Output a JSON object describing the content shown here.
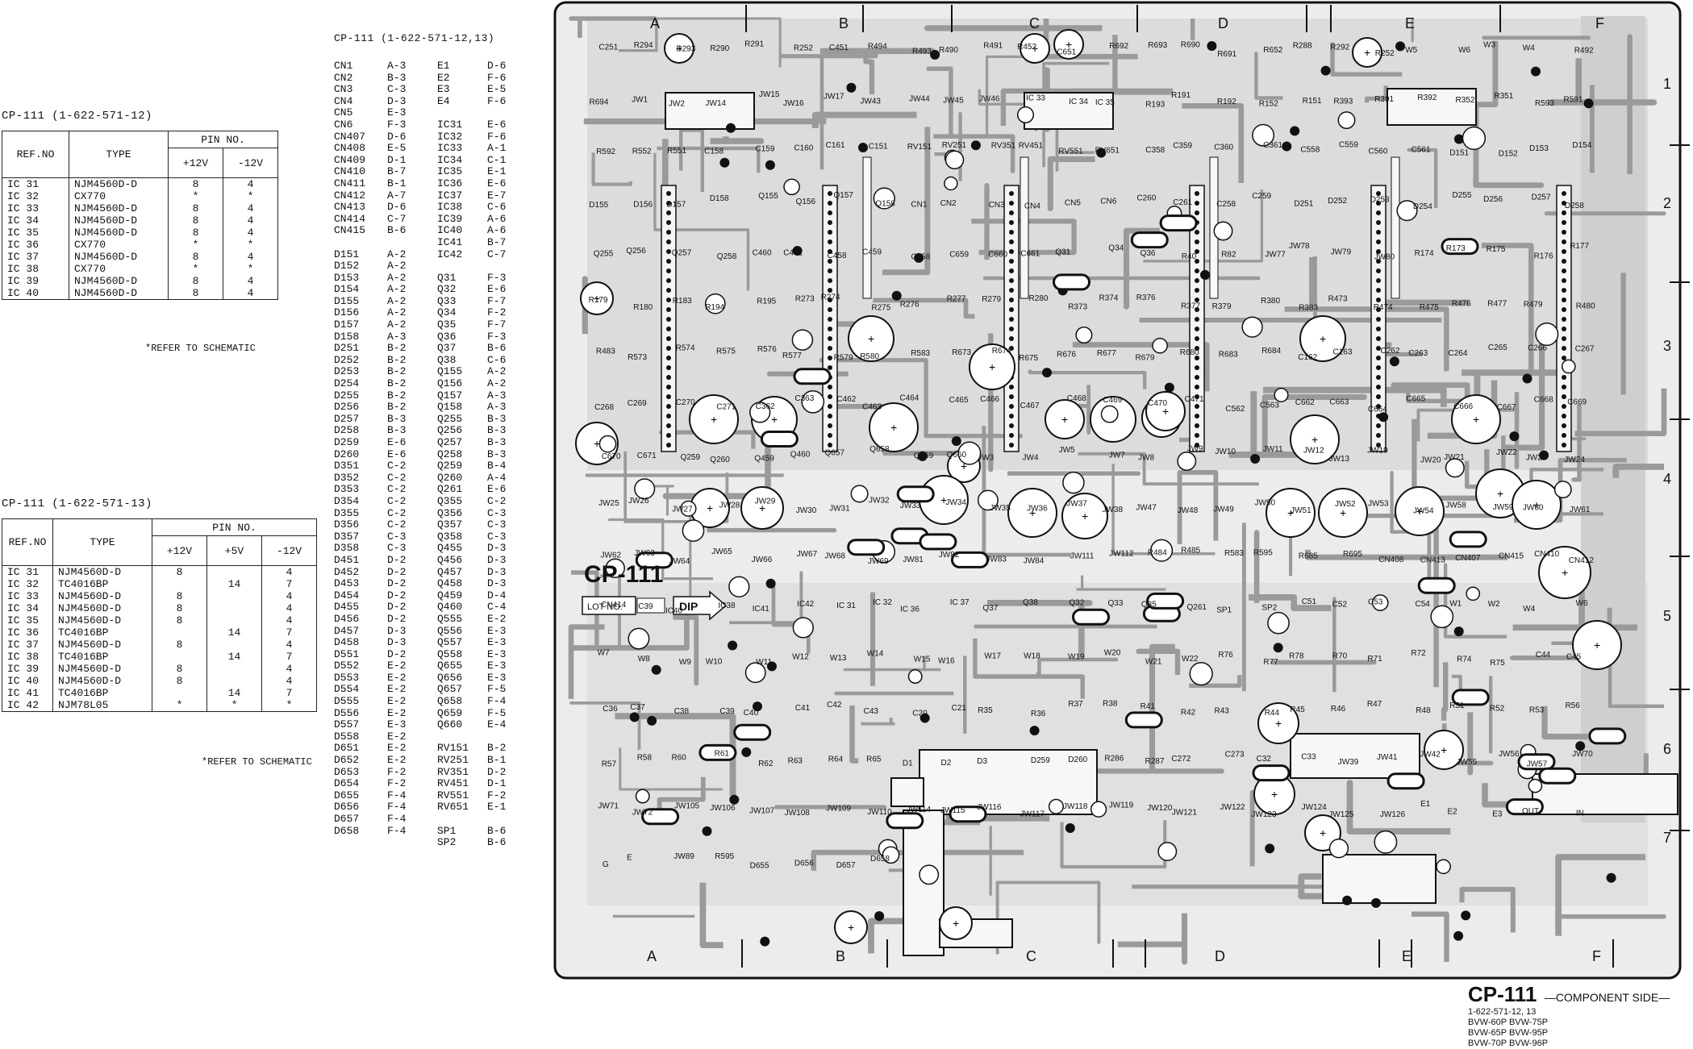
{
  "title_a": "CP-111 (1-622-571-12)",
  "table_a": {
    "col_ref": "REF.NO",
    "col_type": "TYPE",
    "col_pin": "PIN NO.",
    "pins": [
      "+12V",
      "-12V"
    ],
    "rows": [
      [
        "IC 31",
        "NJM4560D-D",
        "8",
        "4"
      ],
      [
        "IC 32",
        "CX770",
        "*",
        "*"
      ],
      [
        "IC 33",
        "NJM4560D-D",
        "8",
        "4"
      ],
      [
        "IC 34",
        "NJM4560D-D",
        "8",
        "4"
      ],
      [
        "IC 35",
        "NJM4560D-D",
        "8",
        "4"
      ],
      [
        "IC 36",
        "CX770",
        "*",
        "*"
      ],
      [
        "IC 37",
        "NJM4560D-D",
        "8",
        "4"
      ],
      [
        "IC 38",
        "CX770",
        "*",
        "*"
      ],
      [
        "IC 39",
        "NJM4560D-D",
        "8",
        "4"
      ],
      [
        "IC 40",
        "NJM4560D-D",
        "8",
        "4"
      ]
    ],
    "note": "*REFER TO SCHEMATIC"
  },
  "title_b": "CP-111 (1-622-571-13)",
  "table_b": {
    "col_ref": "REF.NO",
    "col_type": "TYPE",
    "col_pin": "PIN NO.",
    "pins": [
      "+12V",
      "+5V",
      "-12V"
    ],
    "rows": [
      [
        "IC 31",
        "NJM4560D-D",
        "8",
        "",
        "4"
      ],
      [
        "IC 32",
        "TC4016BP",
        "",
        "14",
        "7"
      ],
      [
        "IC 33",
        "NJM4560D-D",
        "8",
        "",
        "4"
      ],
      [
        "IC 34",
        "NJM4560D-D",
        "8",
        "",
        "4"
      ],
      [
        "IC 35",
        "NJM4560D-D",
        "8",
        "",
        "4"
      ],
      [
        "IC 36",
        "TC4016BP",
        "",
        "14",
        "7"
      ],
      [
        "IC 37",
        "NJM4560D-D",
        "8",
        "",
        "4"
      ],
      [
        "IC 38",
        "TC4016BP",
        "",
        "14",
        "7"
      ],
      [
        "IC 39",
        "NJM4560D-D",
        "8",
        "",
        "4"
      ],
      [
        "IC 40",
        "NJM4560D-D",
        "8",
        "",
        "4"
      ],
      [
        "IC 41",
        "TC4016BP",
        "",
        "14",
        "7"
      ],
      [
        "IC 42",
        "NJM78L05",
        "*",
        "*",
        "*"
      ]
    ],
    "note": "*REFER TO SCHEMATIC"
  },
  "ref_title": "CP-111 (1-622-571-12,13)",
  "ref_left": [
    [
      "CN1",
      "A-3"
    ],
    [
      "CN2",
      "B-3"
    ],
    [
      "CN3",
      "C-3"
    ],
    [
      "CN4",
      "D-3"
    ],
    [
      "CN5",
      "E-3"
    ],
    [
      "CN6",
      "F-3"
    ],
    [
      "CN407",
      "D-6"
    ],
    [
      "CN408",
      "E-5"
    ],
    [
      "CN409",
      "D-1"
    ],
    [
      "CN410",
      "B-7"
    ],
    [
      "CN411",
      "B-1"
    ],
    [
      "CN412",
      "A-7"
    ],
    [
      "CN413",
      "D-6"
    ],
    [
      "CN414",
      "C-7"
    ],
    [
      "CN415",
      "B-6"
    ],
    [
      "",
      ""
    ],
    [
      "D151",
      "A-2"
    ],
    [
      "D152",
      "A-2"
    ],
    [
      "D153",
      "A-2"
    ],
    [
      "D154",
      "A-2"
    ],
    [
      "D155",
      "A-2"
    ],
    [
      "D156",
      "A-2"
    ],
    [
      "D157",
      "A-2"
    ],
    [
      "D158",
      "A-3"
    ],
    [
      "D251",
      "B-2"
    ],
    [
      "D252",
      "B-2"
    ],
    [
      "D253",
      "B-2"
    ],
    [
      "D254",
      "B-2"
    ],
    [
      "D255",
      "B-2"
    ],
    [
      "D256",
      "B-2"
    ],
    [
      "D257",
      "B-3"
    ],
    [
      "D258",
      "B-3"
    ],
    [
      "D259",
      "E-6"
    ],
    [
      "D260",
      "E-6"
    ],
    [
      "D351",
      "C-2"
    ],
    [
      "D352",
      "C-2"
    ],
    [
      "D353",
      "C-2"
    ],
    [
      "D354",
      "C-2"
    ],
    [
      "D355",
      "C-2"
    ],
    [
      "D356",
      "C-2"
    ],
    [
      "D357",
      "C-3"
    ],
    [
      "D358",
      "C-3"
    ],
    [
      "D451",
      "D-2"
    ],
    [
      "D452",
      "D-2"
    ],
    [
      "D453",
      "D-2"
    ],
    [
      "D454",
      "D-2"
    ],
    [
      "D455",
      "D-2"
    ],
    [
      "D456",
      "D-2"
    ],
    [
      "D457",
      "D-3"
    ],
    [
      "D458",
      "D-3"
    ],
    [
      "D551",
      "D-2"
    ],
    [
      "D552",
      "E-2"
    ],
    [
      "D553",
      "E-2"
    ],
    [
      "D554",
      "E-2"
    ],
    [
      "D555",
      "E-2"
    ],
    [
      "D556",
      "E-2"
    ],
    [
      "D557",
      "E-3"
    ],
    [
      "D558",
      "E-2"
    ],
    [
      "D651",
      "E-2"
    ],
    [
      "D652",
      "E-2"
    ],
    [
      "D653",
      "F-2"
    ],
    [
      "D654",
      "F-2"
    ],
    [
      "D655",
      "F-4"
    ],
    [
      "D656",
      "F-4"
    ],
    [
      "D657",
      "F-4"
    ],
    [
      "D658",
      "F-4"
    ]
  ],
  "ref_right": [
    [
      "E1",
      "D-6"
    ],
    [
      "E2",
      "F-6"
    ],
    [
      "E3",
      "E-5"
    ],
    [
      "E4",
      "F-6"
    ],
    [
      "",
      ""
    ],
    [
      "IC31",
      "E-6"
    ],
    [
      "IC32",
      "F-6"
    ],
    [
      "IC33",
      "A-1"
    ],
    [
      "IC34",
      "C-1"
    ],
    [
      "IC35",
      "E-1"
    ],
    [
      "IC36",
      "E-6"
    ],
    [
      "IC37",
      "E-7"
    ],
    [
      "IC38",
      "C-6"
    ],
    [
      "IC39",
      "A-6"
    ],
    [
      "IC40",
      "A-6"
    ],
    [
      "IC41",
      "B-7"
    ],
    [
      "IC42",
      "C-7"
    ],
    [
      "",
      ""
    ],
    [
      "Q31",
      "F-3"
    ],
    [
      "Q32",
      "E-6"
    ],
    [
      "Q33",
      "F-7"
    ],
    [
      "Q34",
      "F-2"
    ],
    [
      "Q35",
      "F-7"
    ],
    [
      "Q36",
      "F-3"
    ],
    [
      "Q37",
      "B-6"
    ],
    [
      "Q38",
      "C-6"
    ],
    [
      "Q155",
      "A-2"
    ],
    [
      "Q156",
      "A-2"
    ],
    [
      "Q157",
      "A-3"
    ],
    [
      "Q158",
      "A-3"
    ],
    [
      "Q255",
      "B-3"
    ],
    [
      "Q256",
      "B-3"
    ],
    [
      "Q257",
      "B-3"
    ],
    [
      "Q258",
      "B-3"
    ],
    [
      "Q259",
      "B-4"
    ],
    [
      "Q260",
      "A-4"
    ],
    [
      "Q261",
      "E-6"
    ],
    [
      "Q355",
      "C-2"
    ],
    [
      "Q356",
      "C-3"
    ],
    [
      "Q357",
      "C-3"
    ],
    [
      "Q358",
      "C-3"
    ],
    [
      "Q455",
      "D-3"
    ],
    [
      "Q456",
      "D-3"
    ],
    [
      "Q457",
      "D-3"
    ],
    [
      "Q458",
      "D-3"
    ],
    [
      "Q459",
      "D-4"
    ],
    [
      "Q460",
      "C-4"
    ],
    [
      "Q555",
      "E-2"
    ],
    [
      "Q556",
      "E-3"
    ],
    [
      "Q557",
      "E-3"
    ],
    [
      "Q558",
      "E-3"
    ],
    [
      "Q655",
      "E-3"
    ],
    [
      "Q656",
      "E-3"
    ],
    [
      "Q657",
      "F-5"
    ],
    [
      "Q658",
      "F-4"
    ],
    [
      "Q659",
      "F-5"
    ],
    [
      "Q660",
      "E-4"
    ],
    [
      "",
      ""
    ],
    [
      "RV151",
      "B-2"
    ],
    [
      "RV251",
      "B-1"
    ],
    [
      "RV351",
      "D-2"
    ],
    [
      "RV451",
      "D-1"
    ],
    [
      "RV551",
      "F-2"
    ],
    [
      "RV651",
      "E-1"
    ],
    [
      "",
      ""
    ],
    [
      "SP1",
      "B-6"
    ],
    [
      "SP2",
      "B-6"
    ]
  ],
  "board": {
    "silk_title": "CP-111",
    "lot_label": "LOT NO.",
    "dip_label": "DIP",
    "col_letters": [
      "A",
      "B",
      "C",
      "D",
      "E",
      "F"
    ],
    "row_numbers": [
      "1",
      "2",
      "3",
      "4",
      "5",
      "6",
      "7"
    ],
    "labels": [
      "C251",
      "R294",
      "R293",
      "R290",
      "R291",
      "R252",
      "C451",
      "R494",
      "R493",
      "R490",
      "R491",
      "R452",
      "C651",
      "R692",
      "R693",
      "R690",
      "R691",
      "R652",
      "R288",
      "R292",
      "R252",
      "W5",
      "W6",
      "W3",
      "W4",
      "R492",
      "R694",
      "JW1",
      "JW2",
      "JW14",
      "JW15",
      "JW16",
      "JW17",
      "JW43",
      "JW44",
      "JW45",
      "JW46",
      "IC 33",
      "IC 34",
      "IC 35",
      "R193",
      "R191",
      "R192",
      "R152",
      "R151",
      "R393",
      "R391",
      "R392",
      "R352",
      "R351",
      "R593",
      "R591",
      "R592",
      "R552",
      "R551",
      "C158",
      "C159",
      "C160",
      "C161",
      "C151",
      "RV151",
      "RV251",
      "RV351",
      "RV451",
      "RV551",
      "RV651",
      "C358",
      "C359",
      "C360",
      "C361",
      "C558",
      "C559",
      "C560",
      "C561",
      "D151",
      "D152",
      "D153",
      "D154",
      "D155",
      "D156",
      "D157",
      "D158",
      "Q155",
      "Q156",
      "Q157",
      "Q158",
      "CN1",
      "CN2",
      "CN3",
      "CN4",
      "CN5",
      "CN6",
      "C260",
      "C261",
      "C258",
      "C259",
      "D251",
      "D252",
      "D253",
      "D254",
      "D255",
      "D256",
      "D257",
      "D258",
      "Q255",
      "Q256",
      "Q257",
      "Q258",
      "C460",
      "C461",
      "C458",
      "C459",
      "C658",
      "C659",
      "C660",
      "C661",
      "Q31",
      "Q34",
      "Q36",
      "R40",
      "R82",
      "JW77",
      "JW78",
      "JW79",
      "JW80",
      "R174",
      "R173",
      "R175",
      "R176",
      "R177",
      "R179",
      "R180",
      "R183",
      "R194",
      "R195",
      "R273",
      "R274",
      "R275",
      "R276",
      "R277",
      "R279",
      "R280",
      "R373",
      "R374",
      "R376",
      "R377",
      "R379",
      "R380",
      "R383",
      "R473",
      "R474",
      "R475",
      "R476",
      "R477",
      "R479",
      "R480",
      "R483",
      "R573",
      "R574",
      "R575",
      "R576",
      "R577",
      "R579",
      "R580",
      "R583",
      "R673",
      "R674",
      "R675",
      "R676",
      "R677",
      "R679",
      "R680",
      "R683",
      "R684",
      "C162",
      "C163",
      "C262",
      "C263",
      "C264",
      "C265",
      "C266",
      "C267",
      "C268",
      "C269",
      "C270",
      "C271",
      "C362",
      "C363",
      "C462",
      "C463",
      "C464",
      "C465",
      "C466",
      "C467",
      "C468",
      "C469",
      "C470",
      "C471",
      "C562",
      "C563",
      "C662",
      "C663",
      "C664",
      "C665",
      "C666",
      "C667",
      "C668",
      "C669",
      "C670",
      "C671",
      "Q259",
      "Q260",
      "Q459",
      "Q460",
      "Q657",
      "Q658",
      "Q659",
      "Q660",
      "JW3",
      "JW4",
      "JW5",
      "JW7",
      "JW8",
      "JW9",
      "JW10",
      "JW11",
      "JW12",
      "JW13",
      "JW19",
      "JW20",
      "JW21",
      "JW22",
      "JW23",
      "JW24",
      "JW25",
      "JW26",
      "JW27",
      "JW28",
      "JW29",
      "JW30",
      "JW31",
      "JW32",
      "JW33",
      "JW34",
      "JW35",
      "JW36",
      "JW37",
      "JW38",
      "JW47",
      "JW48",
      "JW49",
      "JW50",
      "JW51",
      "JW52",
      "JW53",
      "JW54",
      "JW58",
      "JW59",
      "JW60",
      "JW61",
      "JW62",
      "JW63",
      "JW64",
      "JW65",
      "JW66",
      "JW67",
      "JW68",
      "JW69",
      "JW81",
      "JW82",
      "JW83",
      "JW84",
      "JW111",
      "JW112",
      "R484",
      "R485",
      "R583",
      "R595",
      "R685",
      "R695",
      "CN408",
      "CN413",
      "CN407",
      "CN415",
      "CN410",
      "CN412",
      "CN414",
      "IC39",
      "IC40",
      "IC38",
      "IC41",
      "IC42",
      "IC 31",
      "IC 32",
      "IC 36",
      "IC 37",
      "Q37",
      "Q38",
      "Q32",
      "Q33",
      "Q35",
      "Q261",
      "SP1",
      "SP2",
      "C51",
      "C52",
      "C53",
      "C54",
      "W1",
      "W2",
      "W4",
      "W6",
      "W7",
      "W8",
      "W9",
      "W10",
      "W11",
      "W12",
      "W13",
      "W14",
      "W15",
      "W16",
      "W17",
      "W18",
      "W19",
      "W20",
      "W21",
      "W22",
      "R76",
      "R77",
      "R78",
      "R70",
      "R71",
      "R72",
      "R74",
      "R75",
      "C44",
      "C45",
      "C36",
      "C37",
      "C38",
      "C39",
      "C40",
      "C41",
      "C42",
      "C43",
      "C20",
      "C21",
      "R35",
      "R36",
      "R37",
      "R38",
      "R41",
      "R42",
      "R43",
      "R44",
      "R45",
      "R46",
      "R47",
      "R48",
      "R51",
      "R52",
      "R53",
      "R56",
      "R57",
      "R58",
      "R60",
      "R61",
      "R62",
      "R63",
      "R64",
      "R65",
      "D1",
      "D2",
      "D3",
      "D259",
      "D260",
      "R286",
      "R287",
      "C272",
      "C273",
      "C32",
      "C33",
      "JW39",
      "JW41",
      "JW42",
      "JW55",
      "JW56",
      "JW57",
      "JW70",
      "JW71",
      "JW72",
      "JW105",
      "JW106",
      "JW107",
      "JW108",
      "JW109",
      "JW110",
      "JW114",
      "JW115",
      "JW116",
      "JW117",
      "JW118",
      "JW119",
      "JW120",
      "JW121",
      "JW122",
      "JW123",
      "JW124",
      "JW125",
      "JW126",
      "E1",
      "E2",
      "E3",
      "OUT",
      "IN",
      "G",
      "E",
      "JW89",
      "R595",
      "D655",
      "D656",
      "D657",
      "D658"
    ]
  },
  "footer": {
    "title": "CP-111",
    "subtitle": "—COMPONENT SIDE—",
    "part": "1-622-571-12, 13",
    "models": [
      "BVW-60P  BVW-75P",
      "BVW-65P  BVW-95P",
      "BVW-70P  BVW-96P"
    ]
  }
}
